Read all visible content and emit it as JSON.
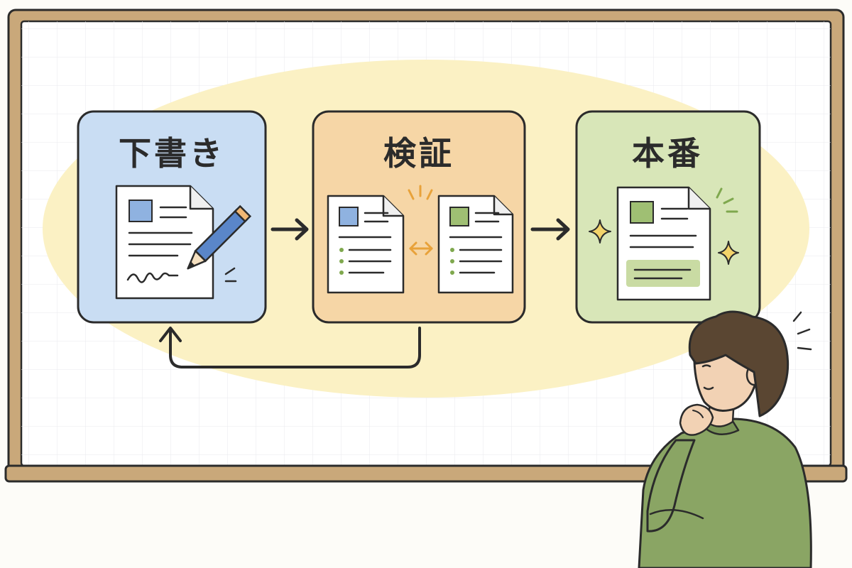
{
  "diagram": {
    "stages": [
      {
        "id": "draft",
        "label": "下書き",
        "color": "#c9ddf3"
      },
      {
        "id": "verify",
        "label": "検証",
        "color": "#f6d6a6"
      },
      {
        "id": "production",
        "label": "本番",
        "color": "#d8e6b8"
      }
    ],
    "flow": [
      {
        "from": "draft",
        "to": "verify"
      },
      {
        "from": "verify",
        "to": "production"
      },
      {
        "from": "verify",
        "to": "draft",
        "kind": "loop-back"
      }
    ],
    "colors": {
      "outline": "#2b2b2b",
      "highlight": "#fbf1c4",
      "board_frame": "#c9a87a",
      "shirt": "#8aa564",
      "hair": "#5a4632",
      "accent_orange": "#e8a23a",
      "accent_green": "#7fa84e"
    }
  }
}
